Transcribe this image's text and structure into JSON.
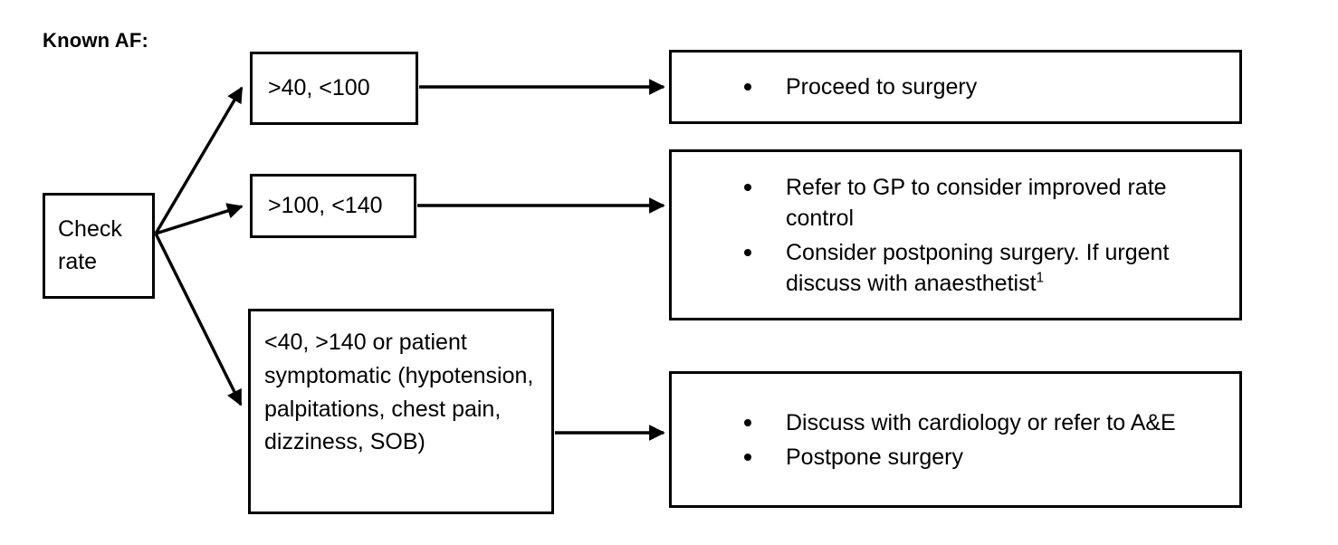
{
  "title": "Known AF:",
  "decision": {
    "label": "Check rate"
  },
  "criteria": [
    {
      "id": "rate-normal",
      "label": "&gt;40, &lt;100"
    },
    {
      "id": "rate-moderate",
      "label": "&gt;100, &lt;140"
    },
    {
      "id": "rate-severe",
      "label": "&lt;40, &gt;140 or patient symptomatic (hypotension, palpitations, chest pain, dizziness, SOB)"
    }
  ],
  "outcomes": [
    {
      "id": "outcome-proceed",
      "bullets": [
        {
          "text": "Proceed to surgery",
          "footnote": ""
        }
      ]
    },
    {
      "id": "outcome-refer",
      "bullets": [
        {
          "text": "Refer to GP to consider improved rate control",
          "footnote": ""
        },
        {
          "text": "Consider postponing surgery.  If urgent discuss with anaesthetist",
          "footnote": "1"
        }
      ]
    },
    {
      "id": "outcome-discuss",
      "bullets": [
        {
          "text": "Discuss with cardiology or refer to A&E",
          "footnote": ""
        },
        {
          "text": "Postpone surgery",
          "footnote": ""
        }
      ]
    }
  ],
  "connectors": [
    {
      "name": "check-rate-to-rate-normal",
      "from": "check-rate",
      "to": "rate-normal"
    },
    {
      "name": "check-rate-to-rate-moderate",
      "from": "check-rate",
      "to": "rate-moderate"
    },
    {
      "name": "check-rate-to-rate-severe",
      "from": "check-rate",
      "to": "rate-severe"
    },
    {
      "name": "rate-normal-to-outcome-proceed",
      "from": "rate-normal",
      "to": "outcome-proceed"
    },
    {
      "name": "rate-moderate-to-outcome-refer",
      "from": "rate-moderate",
      "to": "outcome-refer"
    },
    {
      "name": "rate-severe-to-outcome-discuss",
      "from": "rate-severe",
      "to": "outcome-discuss"
    }
  ],
  "style": {
    "stroke": "#000000",
    "background": "#ffffff",
    "text": "#000000"
  }
}
